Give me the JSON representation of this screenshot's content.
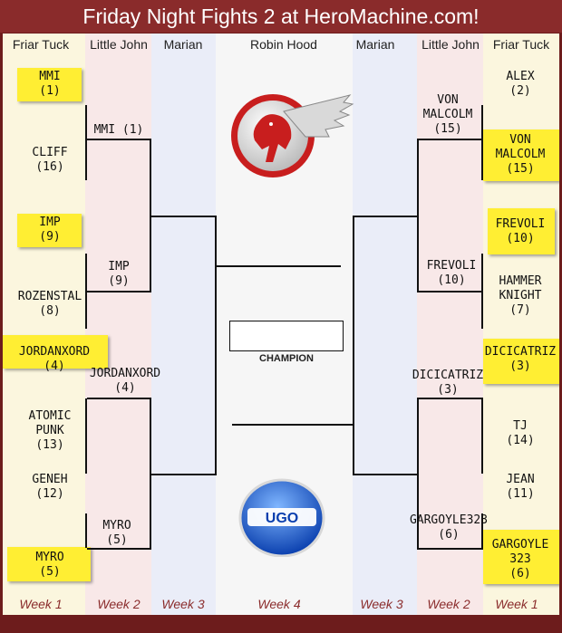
{
  "title": "Friday Night Fights 2 at HeroMachine.com!",
  "headers": [
    "Friar Tuck",
    "Little John",
    "Marian",
    "Robin Hood",
    "Marian",
    "Little John",
    "Friar Tuck"
  ],
  "weeks": [
    "Week 1",
    "Week 2",
    "Week 3",
    "Week 4",
    "Week 3",
    "Week 2",
    "Week 1"
  ],
  "champion_label": "CHAMPION",
  "logos": {
    "ugo_text": "UGO"
  },
  "colors": {
    "highlight": "#ffee33",
    "frame": "#8a2b2b"
  },
  "left_round1": [
    {
      "name": "MMI\n(1)",
      "highlighted": true
    },
    {
      "name": "CLIFF\n(16)",
      "highlighted": false
    },
    {
      "name": "IMP\n(9)",
      "highlighted": true
    },
    {
      "name": "ROZENSTAL\n(8)",
      "highlighted": false
    },
    {
      "name": "JORDANXORD\n(4)",
      "highlighted": true
    },
    {
      "name": "ATOMIC\nPUNK\n(13)",
      "highlighted": false
    },
    {
      "name": "GENEH\n(12)",
      "highlighted": false
    },
    {
      "name": "MYRO\n(5)",
      "highlighted": true
    }
  ],
  "left_round2": [
    "MMI (1)",
    "IMP\n(9)",
    "JORDANXORD\n(4)",
    "MYRO\n(5)"
  ],
  "right_round1": [
    {
      "name": "ALEX\n(2)",
      "highlighted": false
    },
    {
      "name": "VON\nMALCOLM\n(15)",
      "highlighted": true
    },
    {
      "name": "FREVOLI\n(10)",
      "highlighted": true
    },
    {
      "name": "HAMMER\nKNIGHT\n(7)",
      "highlighted": false
    },
    {
      "name": "DICICATRIZ\n(3)",
      "highlighted": true
    },
    {
      "name": "TJ\n(14)",
      "highlighted": false
    },
    {
      "name": "JEAN\n(11)",
      "highlighted": false
    },
    {
      "name": "GARGOYLE\n323\n(6)",
      "highlighted": true
    }
  ],
  "right_round2": [
    "VON\nMALCOLM\n(15)",
    "FREVOLI\n(10)",
    "DICICATRIZ\n(3)",
    "GARGOYLE323\n(6)"
  ]
}
